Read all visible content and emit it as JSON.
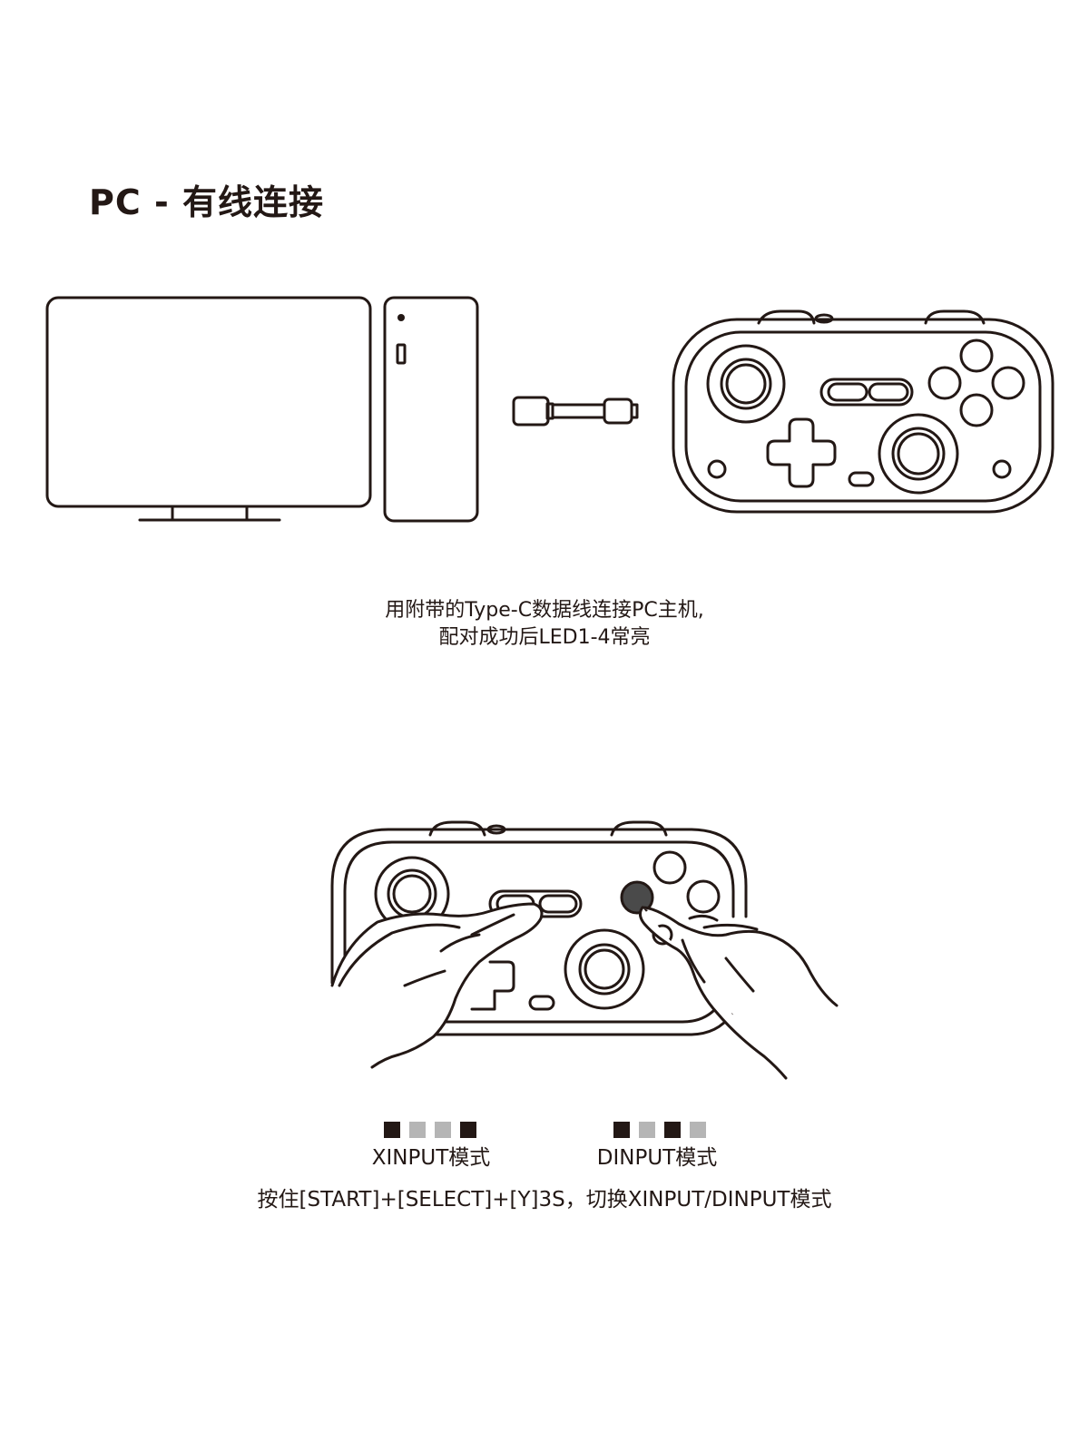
{
  "title": "PC - 有线连接",
  "caption": {
    "line1": "用附带的Type-C数据线连接PC主机,",
    "line2": "配对成功后LED1-4常亮"
  },
  "modes": [
    {
      "label": "XINPUT模式",
      "leds": [
        true,
        false,
        false,
        true
      ]
    },
    {
      "label": "DINPUT模式",
      "leds": [
        true,
        false,
        true,
        false
      ]
    }
  ],
  "instruction": "按住[START]+[SELECT]+[Y]3S，切换XINPUT/DINPUT模式",
  "colors": {
    "ink": "#231815",
    "led_on": "#231815",
    "led_off": "#b5b5b5",
    "pressed_button": "#4a4a4a"
  }
}
